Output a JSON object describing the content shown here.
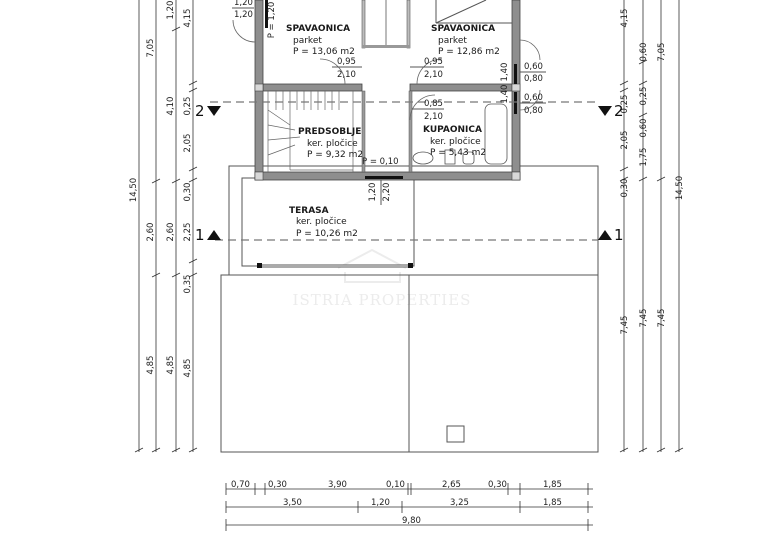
{
  "plan": {
    "rooms": [
      {
        "name": "SPAVAONICA",
        "floor": "parket",
        "area": "P = 13,06 m2"
      },
      {
        "name": "SPAVAONICA",
        "floor": "parket",
        "area": "P = 12,86 m2"
      },
      {
        "name": "PREDSOBLJE",
        "floor": "ker. pločice",
        "area": "P = 9,32 m2"
      },
      {
        "name": "KUPAONICA",
        "floor": "ker. pločice",
        "area": "P = 5,43 m2"
      },
      {
        "name": "TERASA",
        "floor": "ker. pločice",
        "area": "P = 10,26 m2"
      }
    ],
    "openings": {
      "door_left_w": "0,95",
      "door_left_h": "2,10",
      "door_right_w": "0,95",
      "door_right_h": "2,10",
      "door_bath_w": "0,85",
      "door_bath_h": "2,10",
      "win_top_left_a": "1,20",
      "win_top_left_b": "1,20",
      "win_right_a_w": "0,60",
      "win_right_a_h": "0,80",
      "win_right_b_w": "0,60",
      "win_right_b_h": "0,80",
      "win_right_sill_a": "1,40",
      "win_right_sill_b": "1,40",
      "terrace_door_w": "1,20",
      "terrace_door_h": "2,20",
      "parapet": "P = 0,10",
      "parapet_left": "P = 1,20",
      "parapet_bath": "P ="
    },
    "section_markers": {
      "marker_2_left": "2",
      "marker_2_right": "2",
      "marker_1_left": "1",
      "marker_1_right": "1"
    },
    "dims_left": {
      "col1": [
        "14,50"
      ],
      "col2": [
        "7,05",
        "2,60",
        "4,85"
      ],
      "col3": [
        "1,20",
        "4,10",
        "2,60",
        "4,85"
      ],
      "col4": [
        "4,15",
        "0,25",
        "2,05",
        "0,30",
        "2,25",
        "0,35",
        "4,85"
      ]
    },
    "dims_right": {
      "col1": [
        "4,15",
        "0,25",
        "2,05",
        "0,30",
        "7,45"
      ],
      "col2": [
        "0,60",
        "0,25",
        "0,60",
        "1,75",
        "7,45"
      ],
      "col3": [
        "7,05",
        "7,45"
      ],
      "col4": [
        "14,50"
      ]
    },
    "dims_bottom": {
      "row1": [
        "0,70",
        "0,30",
        "3,90",
        "0,10",
        "2,65",
        "0,30",
        "1,85"
      ],
      "row2": [
        "3,50",
        "1,20",
        "3,25",
        "1,85"
      ],
      "row3": [
        "9,80"
      ]
    },
    "watermark": "ISTRIA PROPERTIES"
  }
}
